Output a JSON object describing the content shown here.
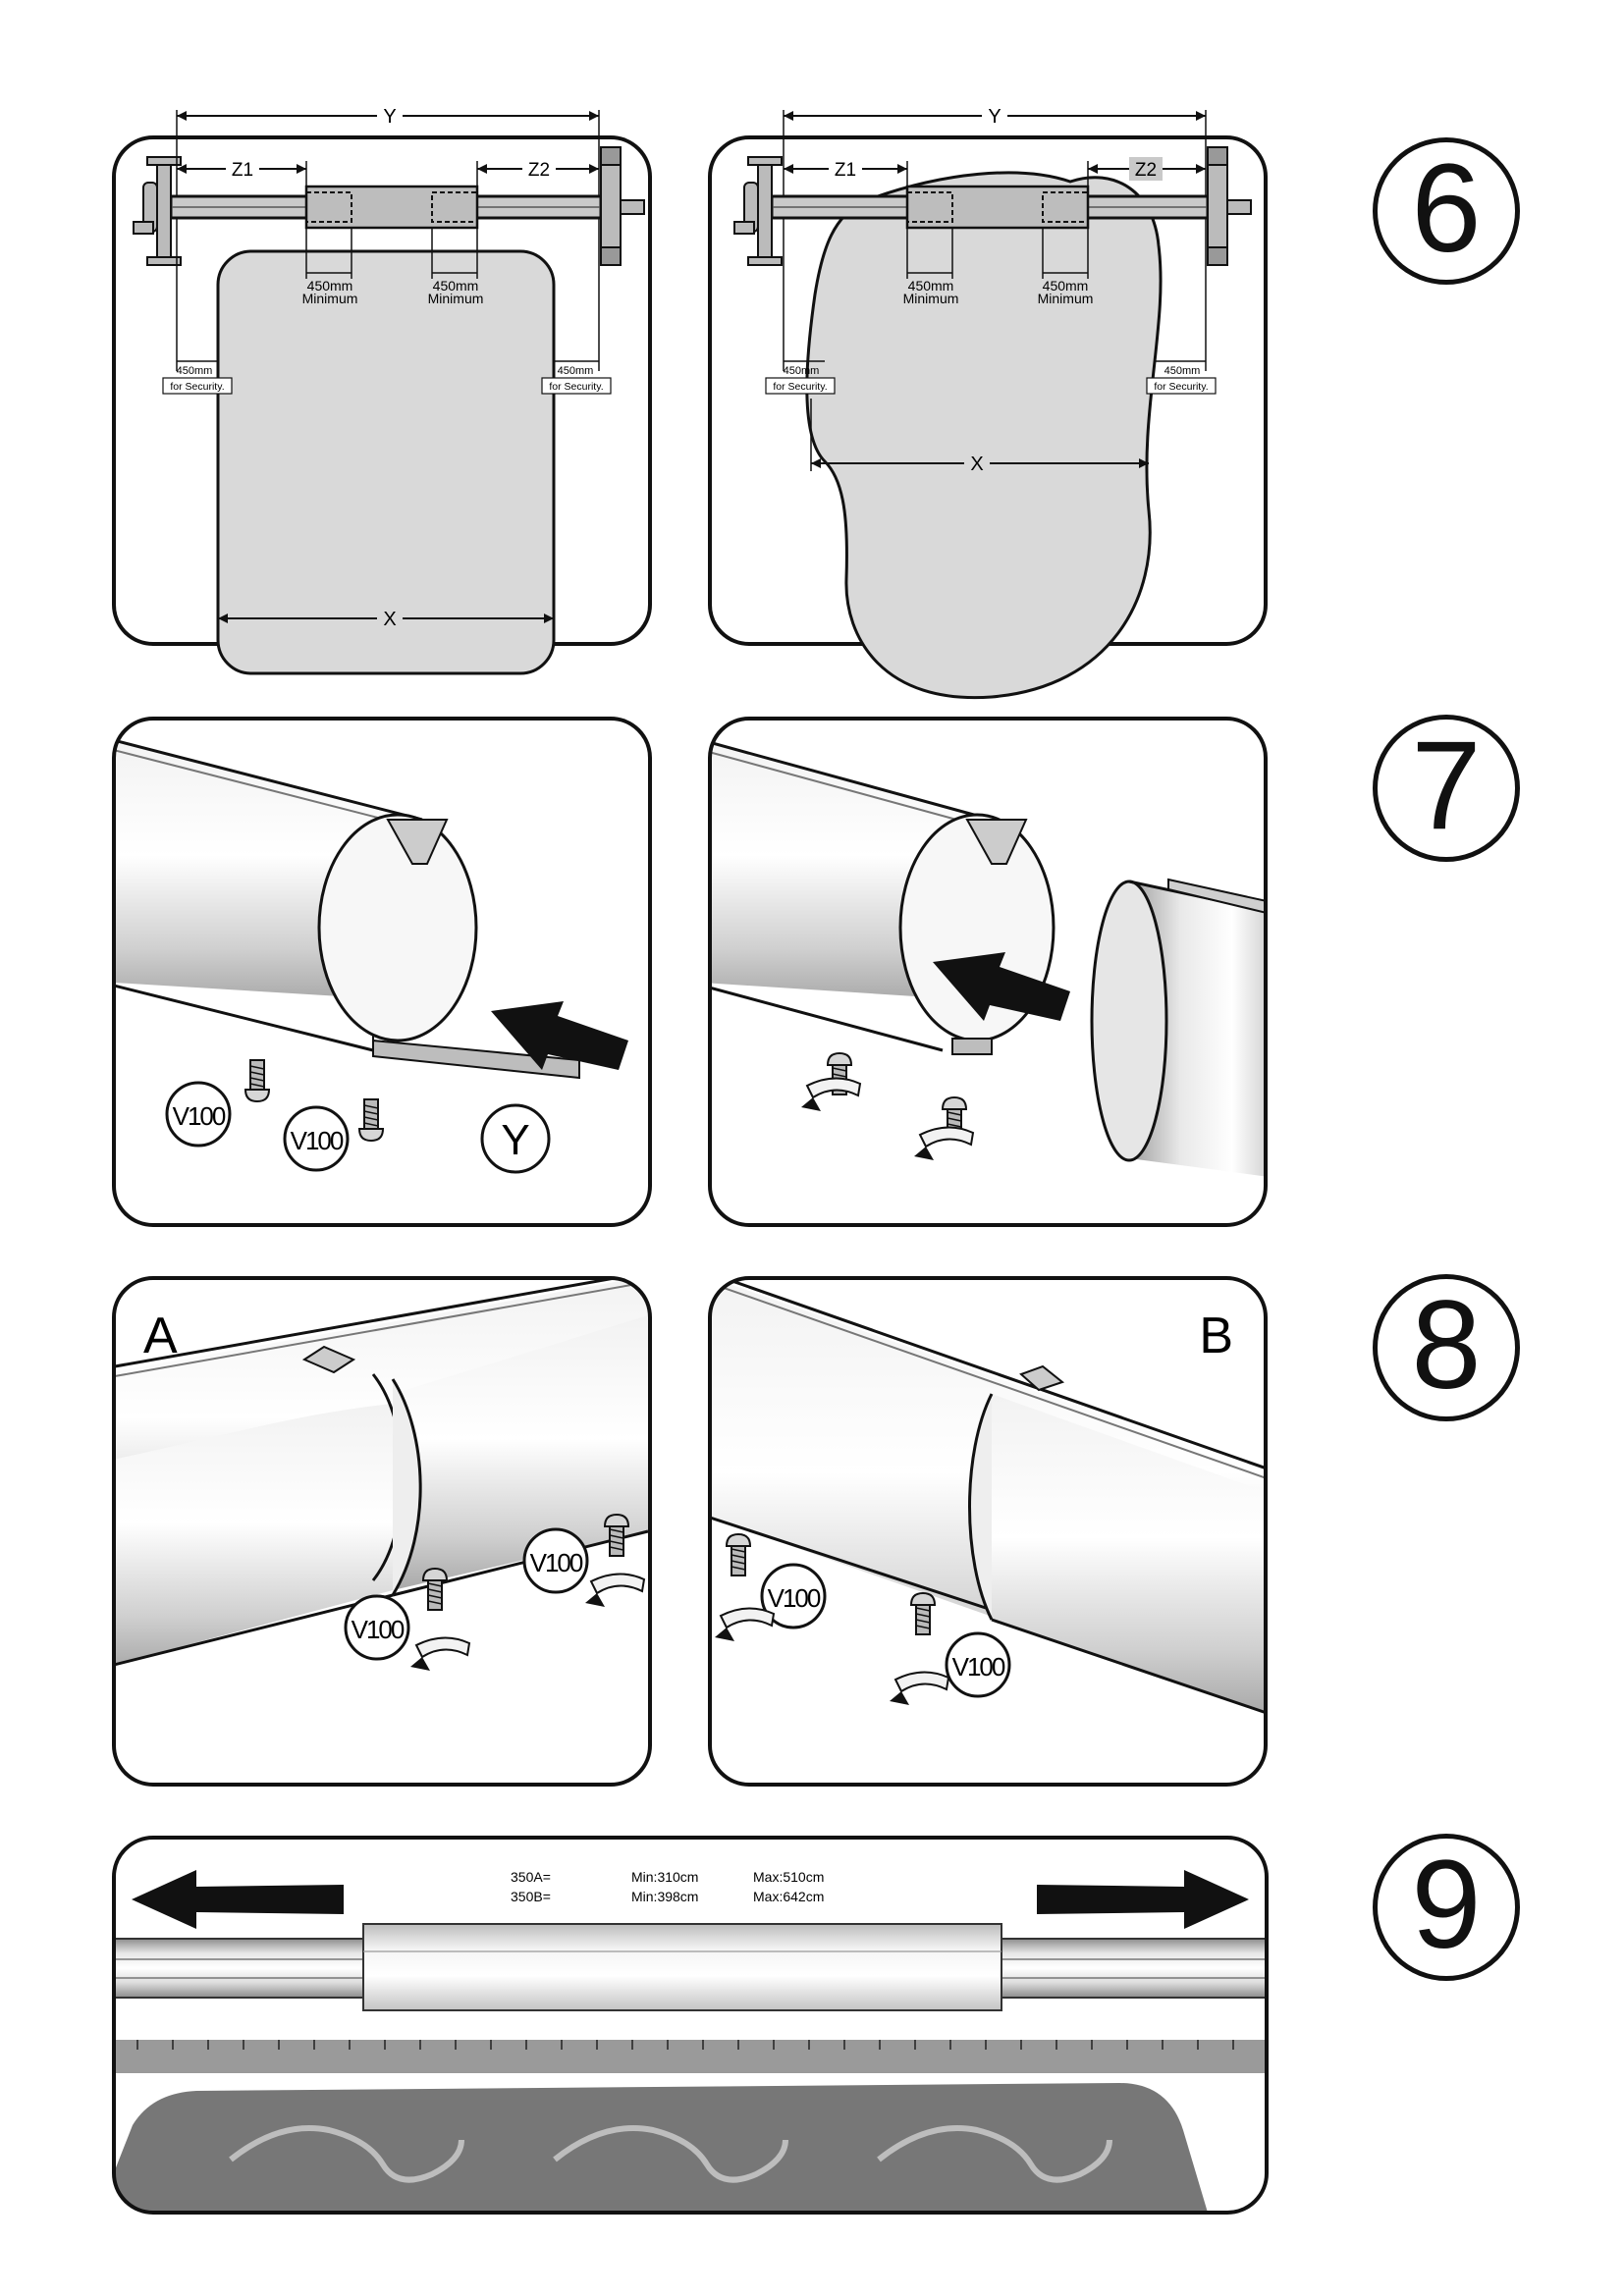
{
  "steps": [
    {
      "number": "6"
    },
    {
      "number": "7"
    },
    {
      "number": "8"
    },
    {
      "number": "9"
    }
  ],
  "step6": {
    "dim_y": "Y",
    "dim_z1": "Z1",
    "dim_z2": "Z2",
    "dim_x": "X",
    "min_label_1": "450mm",
    "min_label_2": "Minimum",
    "security_label_1": "450mm",
    "security_label_2": "for Security."
  },
  "step7": {
    "part_screw": "V100",
    "part_bar": "Y"
  },
  "step8": {
    "view_a": "A",
    "view_b": "B",
    "part_screw": "V100"
  },
  "step9": {
    "rows": [
      {
        "model": "350A=",
        "min": "Min:310cm",
        "max": "Max:510cm"
      },
      {
        "model": "350B=",
        "min": "Min:398cm",
        "max": "Max:642cm"
      }
    ]
  },
  "colors": {
    "outline": "#111111",
    "pool_fill": "#d9d9d9",
    "tube_light": "#f4f4f4",
    "tube_shade": "#bdbdbd",
    "pool_water": "#777777"
  }
}
